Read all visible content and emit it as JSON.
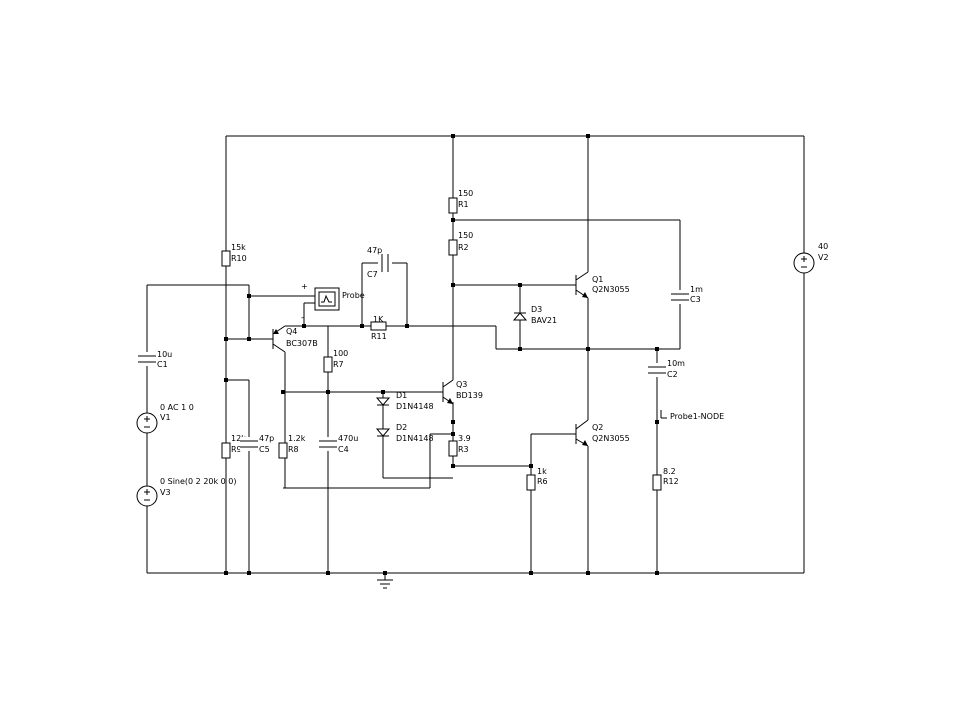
{
  "components": {
    "R1": {
      "ref": "R1",
      "value": "150"
    },
    "R2": {
      "ref": "R2",
      "value": "150"
    },
    "R3": {
      "ref": "R3",
      "value": "3.9"
    },
    "R6": {
      "ref": "R6",
      "value": "1k"
    },
    "R7": {
      "ref": "R7",
      "value": "100"
    },
    "R8": {
      "ref": "R8",
      "value": "1.2k"
    },
    "R9": {
      "ref": "R9",
      "value": "12k"
    },
    "R10": {
      "ref": "R10",
      "value": "15k"
    },
    "R11": {
      "ref": "R11",
      "value": "1K"
    },
    "R12": {
      "ref": "R12",
      "value": "8.2"
    },
    "C1": {
      "ref": "C1",
      "value": "10u"
    },
    "C2": {
      "ref": "C2",
      "value": "10m"
    },
    "C3": {
      "ref": "C3",
      "value": "1m"
    },
    "C4": {
      "ref": "C4",
      "value": "470u"
    },
    "C5": {
      "ref": "C5",
      "value": "47p"
    },
    "C7": {
      "ref": "C7",
      "value": "47p"
    },
    "D1": {
      "ref": "D1",
      "value": "D1N4148"
    },
    "D2": {
      "ref": "D2",
      "value": "D1N4148"
    },
    "D3": {
      "ref": "D3",
      "value": "BAV21"
    },
    "Q1": {
      "ref": "Q1",
      "value": "Q2N3055"
    },
    "Q2": {
      "ref": "Q2",
      "value": "Q2N3055"
    },
    "Q3": {
      "ref": "Q3",
      "value": "BD139"
    },
    "Q4": {
      "ref": "Q4",
      "value": "BC307B"
    },
    "V1": {
      "ref": "V1",
      "value": "0 AC 1 0"
    },
    "V2": {
      "ref": "V2",
      "value": "40"
    },
    "V3": {
      "ref": "V3",
      "value": "0 Sine(0 2 20k 0 0)"
    }
  },
  "probe": {
    "label": "Probe",
    "plus": "+",
    "minus": "-"
  },
  "probe_node": {
    "label": "Probe1-NODE"
  },
  "icons": {
    "ground": "ground-icon",
    "probe": "probe-icon",
    "voltage_source": "voltage-source-icon"
  }
}
